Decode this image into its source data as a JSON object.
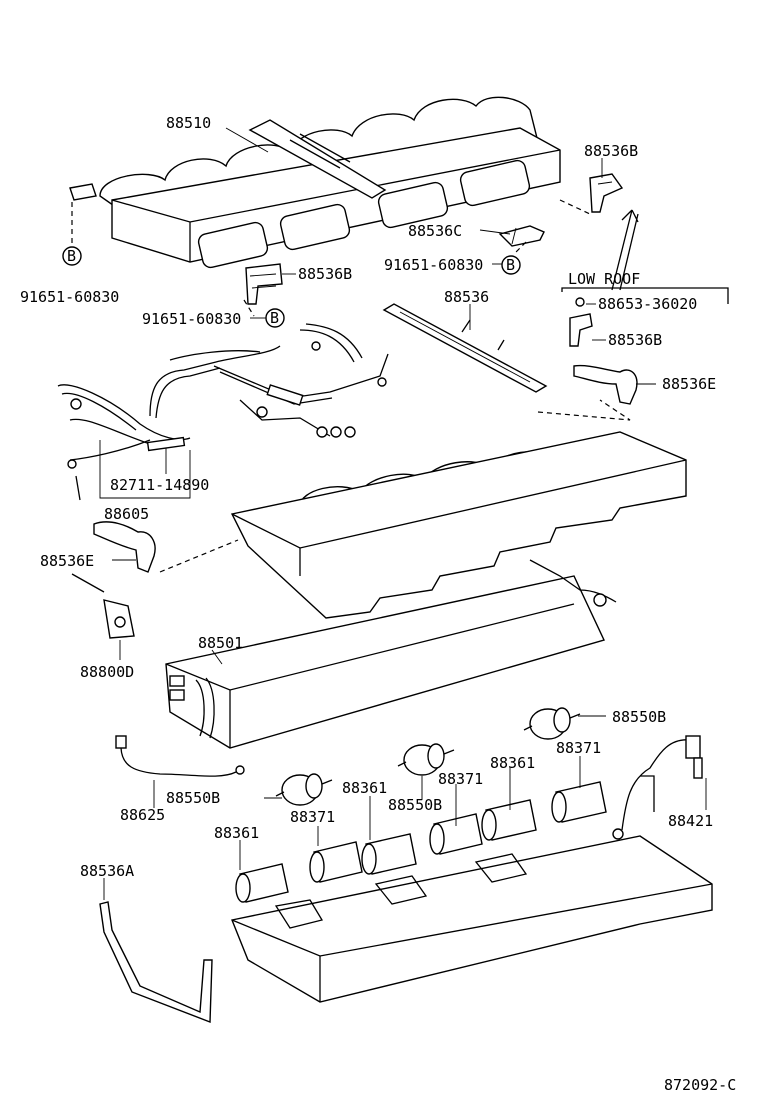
{
  "diagram": {
    "labels": {
      "l88510": "88510",
      "l88536B_top": "88536B",
      "l88536C": "88536C",
      "l91651_right": "91651-60830",
      "l91651_left": "91651-60830",
      "l88536B_mid": "88536B",
      "l91651_mid": "91651-60830",
      "low_roof": "LOW ROOF",
      "l88653": "88653-36020",
      "l88536": "88536",
      "l88536B_lr": "88536B",
      "l88536E_right": "88536E",
      "l82711": "82711-14890",
      "l88605": "88605",
      "l88536E_left": "88536E",
      "l88501": "88501",
      "l88800D": "88800D",
      "l88550B_right": "88550B",
      "l88371_right": "88371",
      "l88361_right": "88361",
      "l88371_mid": "88371",
      "l88550B_mid": "88550B",
      "l88361_mid": "88361",
      "l88625": "88625",
      "l88550B_left": "88550B",
      "l88371_left": "88371",
      "l88361_left": "88361",
      "l88421": "88421",
      "l88536A": "88536A",
      "fig_code": "872092-C"
    },
    "bolt_markers": {
      "b1": "B",
      "b2": "B",
      "b3": "B"
    }
  }
}
